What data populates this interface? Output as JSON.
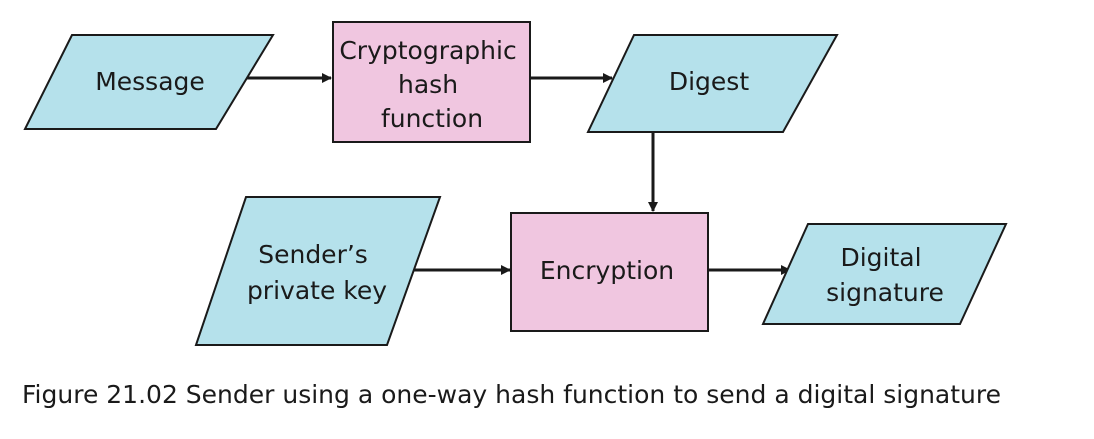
{
  "diagram": {
    "nodes": {
      "message": {
        "lines": [
          "Message"
        ]
      },
      "hash_function": {
        "lines": [
          "Cryptographic",
          "hash",
          "function"
        ]
      },
      "digest": {
        "lines": [
          "Digest"
        ]
      },
      "private_key": {
        "lines": [
          "Sender’s",
          "private key"
        ]
      },
      "encryption": {
        "lines": [
          "Encryption"
        ]
      },
      "signature": {
        "lines": [
          "Digital",
          "signature"
        ]
      }
    },
    "colors": {
      "data_fill": "#b5e1eb",
      "process_fill": "#f0c6e0",
      "stroke": "#1a1a1a"
    }
  },
  "caption": "Figure 21.02 Sender using a one-way hash function to send a digital signature"
}
